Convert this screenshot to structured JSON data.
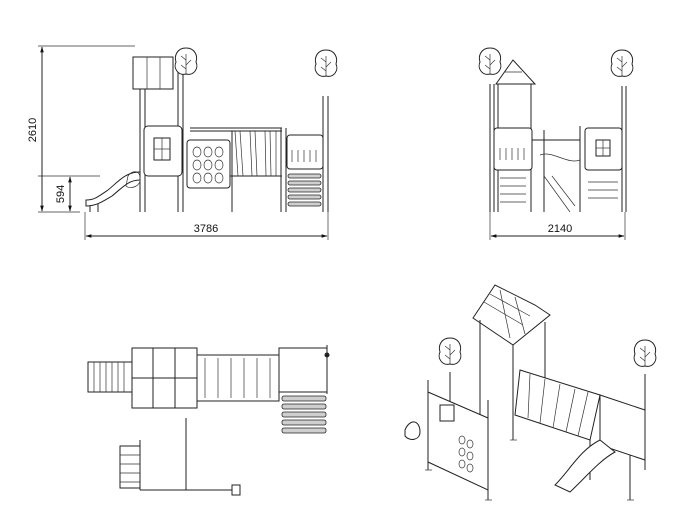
{
  "dimensions": {
    "front_total_height": "2610",
    "front_platform_height": "594",
    "front_total_width": "3786",
    "side_total_width": "2140"
  }
}
